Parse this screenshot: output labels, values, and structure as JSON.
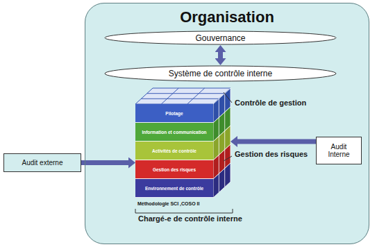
{
  "diagram": {
    "nodes": [
      {
        "text": [
          "Organisation"
        ]
      },
      {
        "text": [
          "Gouvernance"
        ],
        "in": 0
      },
      {
        "text": [
          "Système de contrôle interne"
        ],
        "in": 0
      },
      {
        "text": [
          "Méthodologie SCI ,COSO II"
        ],
        "in": 0
      },
      {
        "text": [
          "Pilotage"
        ],
        "in": 3
      },
      {
        "text": [
          "Information et communication"
        ],
        "in": 3
      },
      {
        "text": [
          "Activités de contrôle"
        ],
        "in": 3
      },
      {
        "text": [
          "Gestion des risques"
        ],
        "in": 3
      },
      {
        "text": [
          "Environnement de contrôle"
        ],
        "in": 3
      },
      {
        "text": [
          "Audit externe"
        ]
      },
      {
        "text": [
          "Audit Interne"
        ],
        "in": 0
      }
    ],
    "edges": [
      {
        "from": 1,
        "to": 2,
        "arrow": "both"
      },
      {
        "from": 9,
        "to": 3,
        "arrow": "to"
      },
      {
        "from": 10,
        "to": 3,
        "arrow": "to"
      }
    ],
    "labels": [
      "Contrôle de gestion",
      "Gestion des risques",
      "Chargé-e de contrôle interne"
    ]
  }
}
